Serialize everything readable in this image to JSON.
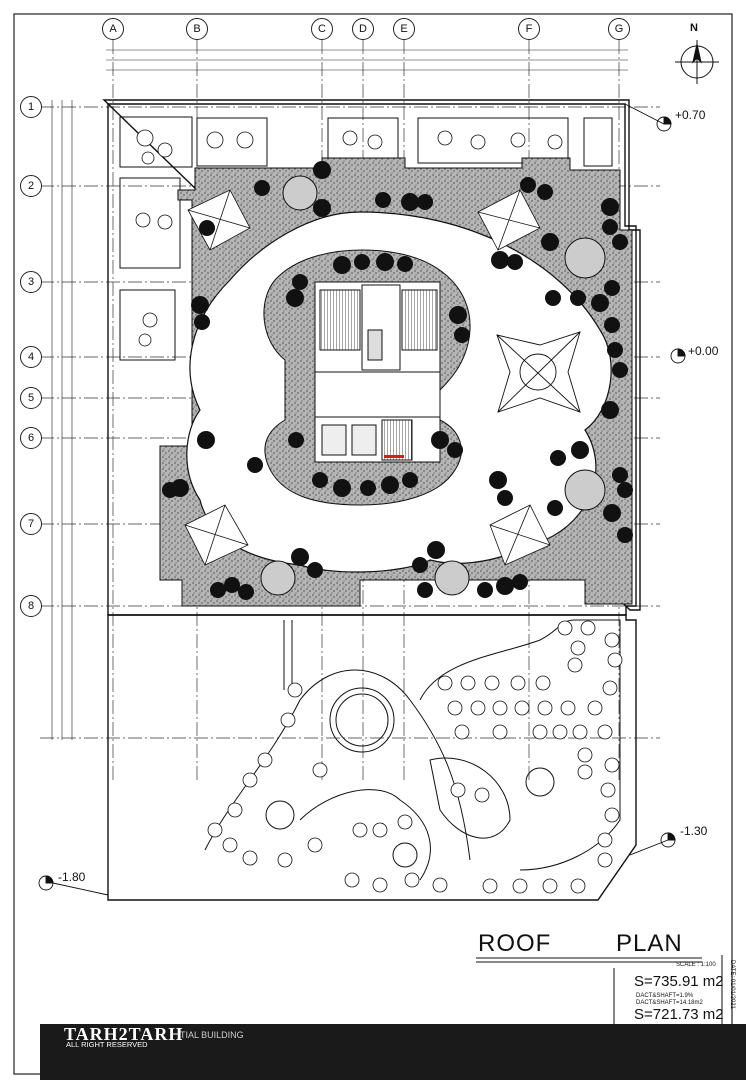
{
  "grid_columns": [
    "A",
    "B",
    "C",
    "D",
    "E",
    "F",
    "G"
  ],
  "grid_rows": [
    "1",
    "2",
    "3",
    "4",
    "5",
    "6",
    "7",
    "8"
  ],
  "north": "N",
  "levels": {
    "top_right": "+0.70",
    "right_mid": "+0.00",
    "right_low": "-1.30",
    "left_low": "-1.80"
  },
  "title": {
    "word1": "ROOF",
    "word2": "PLAN",
    "scale": "SCALE : 1:100",
    "area1": "S=735.91 m2",
    "dact1": "DACT&SHAFT=1.9%",
    "dact2": "DACT&SHAFT=14.18m2",
    "area2": "S=721.73 m2",
    "date": "DATE: 01/01/2021"
  },
  "watermark": {
    "logo": "TARH2TARH",
    "rights": "ALL RIGHT RESERVED",
    "caption": "TIAL BUILDING"
  },
  "colors": {
    "line": "#1a1a1a",
    "hatch": "#8a8a8a",
    "bar": "#1a1a1a"
  }
}
